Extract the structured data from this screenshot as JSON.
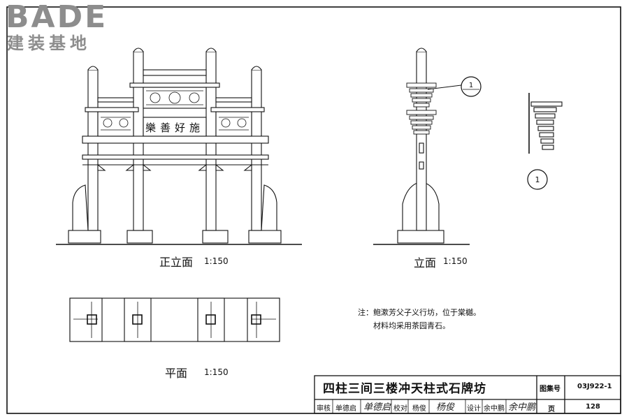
{
  "logo": {
    "wordmark": "BADE",
    "subtitle": "建装基地"
  },
  "views": {
    "front": {
      "label": "正立面",
      "scale": "1:150",
      "plaque": "樂善好施"
    },
    "side": {
      "label": "立面",
      "scale": "1:150"
    },
    "plan": {
      "label": "平面",
      "scale": "1:150"
    },
    "detail": {
      "marker": "1"
    }
  },
  "note": {
    "line1": "注：鲍漱芳父子义行坊，位于棠樾。",
    "line2": "材料均采用茶园青石。"
  },
  "title_block": {
    "title": "四柱三间三楼冲天柱式石牌坊",
    "atlas_label": "图集号",
    "atlas_no": "03J922-1",
    "page_label": "页",
    "page_no": "128",
    "review_label": "审核",
    "reviewer": "单德启",
    "check_label": "校对",
    "checker": "杨俊",
    "design_label": "设计",
    "designer": "余中鹏",
    "sig_reviewer": "单德启",
    "sig_checker": "杨俊",
    "sig_designer": "余中鹏"
  }
}
